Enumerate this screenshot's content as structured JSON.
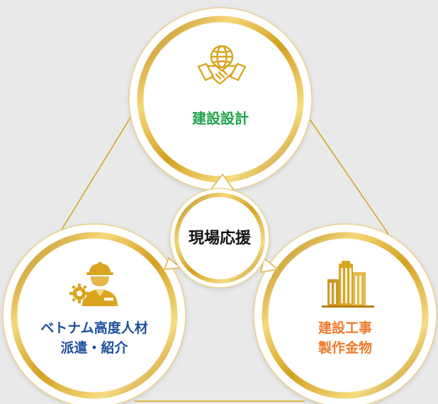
{
  "center": {
    "label": "現場応援",
    "color": "#111111"
  },
  "nodes": {
    "top": {
      "label": "建設設計",
      "color": "#1ea34a",
      "icon": "handshake-globe-icon"
    },
    "left": {
      "line1": "ベトナム高度人材",
      "line2": "派遣・紹介",
      "color": "#1d4f9c",
      "icon": "engineer-helmet-icon"
    },
    "right": {
      "line1": "建設工事",
      "line2": "製作金物",
      "color": "#ef7a2a",
      "icon": "office-building-icon"
    }
  },
  "colors": {
    "gold": "#d9a521",
    "gold_light": "#f4d878",
    "gold_dark": "#b57f14",
    "background": "#e9e9e9"
  }
}
